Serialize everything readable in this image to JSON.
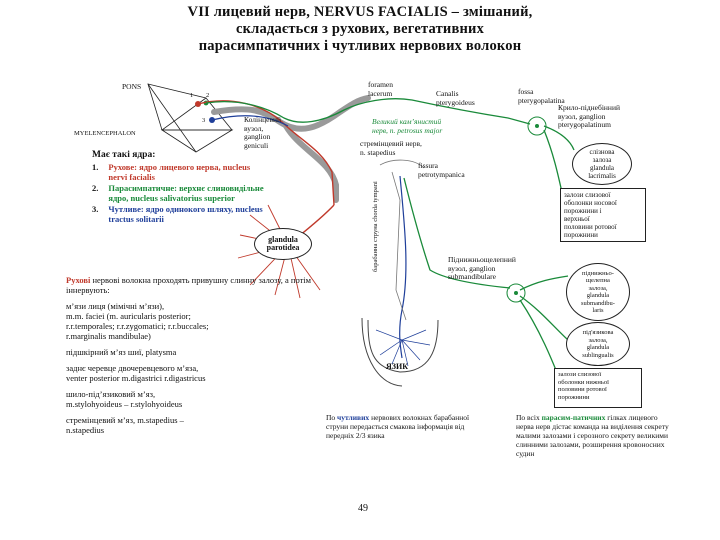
{
  "title": {
    "line1": "VII лицевий нерв, NERVUS FACIALIS – змішаний,",
    "line2": "складається з рухових, вегетативних",
    "line3": "парасимпатичних і чутливих нервових волокон"
  },
  "labels": {
    "pons": "PONS",
    "muscle_region": "MYELENCEPHALON",
    "geniculate": [
      "Колінцевий",
      "вузол,",
      "ganglion",
      "geniculi"
    ],
    "foramen": [
      "foramen",
      "lacerum"
    ],
    "canalis": [
      "Canalis",
      "pterygoideus"
    ],
    "fossa": [
      "fossa",
      "pterygopalatina"
    ],
    "major_petrosal": [
      "Великий кам’янистий",
      "нерв, n. petrosus major"
    ],
    "pterygopalatine_ganglion": [
      "Крило-піднебінний",
      "вузол, ganglion",
      "pterygopalatinum"
    ],
    "stapedius_nerve": [
      "стремінцевий нерв,",
      "n. stapedius"
    ],
    "fissura": [
      "fissura",
      "petrotympanica"
    ],
    "lacrimal": [
      "слізнова",
      "залоза",
      "glandula",
      "lacrimalis"
    ],
    "nasal_glands": [
      "залози слизової",
      "оболонки носової",
      "порожнини і",
      "верхньої",
      "половини ротової",
      "порожнини"
    ],
    "parotid": [
      "glandula",
      "parotidea"
    ],
    "chorda": "барабанна струна chorda tympani",
    "submandibular_ganglion": [
      "Піднижньощелепний",
      "вузол, ganglion",
      "submandibulare"
    ],
    "submandibular_gland": [
      "піднижньо-",
      "щелепна",
      "залоза,",
      "glandula",
      "submandibu-",
      "laris"
    ],
    "sublingual_gland": [
      "під'язикова",
      "залоза,",
      "glandula",
      "sublingualis"
    ],
    "oral_glands": [
      "залози слизової",
      "оболонки нижньої",
      "половини ротової",
      "порожнини"
    ],
    "tongue": "ЯЗИК",
    "nums": [
      "1",
      "2",
      "3"
    ]
  },
  "nuclei": {
    "heading": "Має такі ядра:",
    "items": [
      {
        "num": "1.",
        "text": "Рухове: ядро лицевого нерва, nucleus nervi facialis"
      },
      {
        "num": "2.",
        "text": "Парасимпатичне: верхнє слиновидільне ядро, nucleus salivatorius superior"
      },
      {
        "num": "3.",
        "text": "Чутливе: ядро одинокого шляху, nucleus tractus solitarii"
      }
    ]
  },
  "motor_text": {
    "lead": "Рухові",
    "rest": " нервові волокна проходять привушну слинну залозу, а потім іннервують:",
    "lines": [
      "м’язи лиця (мімічні м’язи),",
      "m.m. faciei (m. auricularis posterior;",
      "r.r.temporales; r.r.zygomatici; r.r.buccales;",
      "r.marginalis mandibulae)",
      "",
      "підшкірний м’яз шиї, platysma",
      "",
      "заднє черевце двочеревцевого м’яза,",
      "venter posterior m.digastrici    r.digastricus",
      "",
      "шило-під’язиковий м’яз,",
      "m.stylohyoideus – r.stylohyoideus",
      "",
      "стремінцевий м’яз, m.stapedius –",
      "n.stapedius"
    ]
  },
  "sensory_text": {
    "pre": "По ",
    "emph": "чутливих",
    "post": " нервових волокнах барабанної струни передається смакова інформація від передніх 2/3 язика"
  },
  "para_text": {
    "pre": "По всіх ",
    "emph": "парасим-патичних",
    "post": " гілках лицевого нерва нерв дістає команда на виділення секрету малими залозами і серозного секрету великими слинними залозами, розширення кровоносних судин"
  },
  "page_number": "49",
  "colors": {
    "motor": "#c0392b",
    "parasympathetic": "#1a8a3a",
    "sensory": "#1f3f9a",
    "nerve_gray": "#8a8a8a"
  }
}
